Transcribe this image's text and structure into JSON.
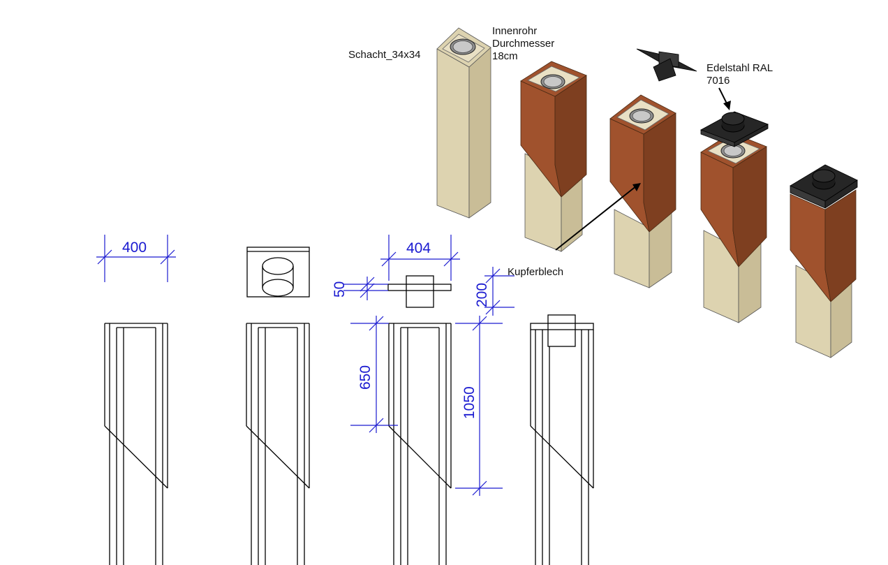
{
  "labels": {
    "schacht": "Schacht_34x34",
    "innenrohr_1": "Innenrohr",
    "innenrohr_2": "Durchmesser",
    "innenrohr_3": "18cm",
    "edelstahl_1": "Edelstahl RAL",
    "edelstahl_2": "7016",
    "kupferblech": "Kupferblech"
  },
  "dimensions": {
    "width_shaft": "400",
    "width_cap": "404",
    "cap_plate": "50",
    "cap_height": "200",
    "copper_bevel": "650",
    "copper_total": "1050"
  },
  "colors": {
    "stone": "#ddd3b0",
    "copper": "#a0522d",
    "steel": "#262626",
    "dimension": "#1a1ad0"
  }
}
